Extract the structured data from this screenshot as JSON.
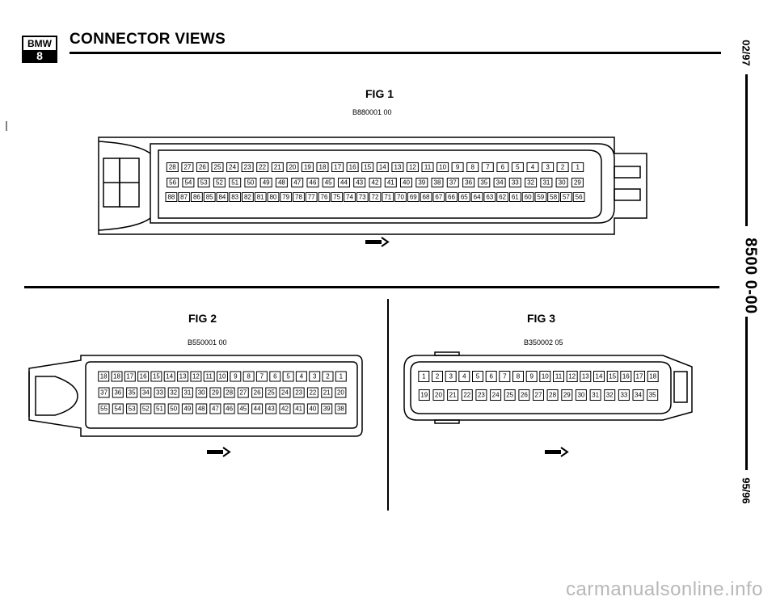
{
  "header": {
    "logo_top": "BMW",
    "logo_bottom": "8",
    "title": "CONNECTOR VIEWS"
  },
  "sidebar": {
    "date_top": "02/97",
    "code": "8500 0-00",
    "date_bottom": "95/96"
  },
  "figures": [
    {
      "id": "fig1",
      "title": "FIG 1",
      "code": "B880001 00",
      "rows": [
        [
          "28",
          "27",
          "26",
          "25",
          "24",
          "23",
          "22",
          "21",
          "20",
          "19",
          "18",
          "17",
          "16",
          "15",
          "14",
          "13",
          "12",
          "11",
          "10",
          "9",
          "8",
          "7",
          "6",
          "5",
          "4",
          "3",
          "2",
          "1"
        ],
        [
          "56",
          "54",
          "53",
          "52",
          "51",
          "50",
          "49",
          "48",
          "47",
          "46",
          "45",
          "44",
          "43",
          "42",
          "41",
          "40",
          "39",
          "38",
          "37",
          "36",
          "35",
          "34",
          "33",
          "32",
          "31",
          "30",
          "29"
        ],
        [
          "88",
          "87",
          "86",
          "85",
          "84",
          "83",
          "82",
          "81",
          "80",
          "79",
          "78",
          "77",
          "76",
          "75",
          "74",
          "73",
          "72",
          "71",
          "70",
          "69",
          "68",
          "67",
          "66",
          "65",
          "64",
          "63",
          "62",
          "61",
          "60",
          "59",
          "58",
          "57",
          "56"
        ]
      ]
    },
    {
      "id": "fig2",
      "title": "FIG 2",
      "code": "B550001 00",
      "rows": [
        [
          "18",
          "18",
          "17",
          "16",
          "15",
          "14",
          "13",
          "12",
          "11",
          "10",
          "9",
          "8",
          "7",
          "6",
          "5",
          "4",
          "3",
          "2",
          "1"
        ],
        [
          "37",
          "36",
          "35",
          "34",
          "33",
          "32",
          "31",
          "30",
          "29",
          "28",
          "27",
          "26",
          "25",
          "24",
          "23",
          "22",
          "21",
          "20"
        ],
        [
          "55",
          "54",
          "53",
          "52",
          "51",
          "50",
          "49",
          "48",
          "47",
          "46",
          "45",
          "44",
          "43",
          "42",
          "41",
          "40",
          "39",
          "38"
        ]
      ]
    },
    {
      "id": "fig3",
      "title": "FIG 3",
      "code": "B350002 05",
      "rows": [
        [
          "1",
          "2",
          "3",
          "4",
          "5",
          "6",
          "7",
          "8",
          "9",
          "10",
          "11",
          "12",
          "13",
          "14",
          "15",
          "16",
          "17",
          "18"
        ],
        [
          "19",
          "20",
          "21",
          "22",
          "23",
          "24",
          "25",
          "26",
          "27",
          "28",
          "29",
          "30",
          "31",
          "32",
          "33",
          "34",
          "35"
        ]
      ]
    }
  ],
  "watermark": "carmanualsonline.info"
}
